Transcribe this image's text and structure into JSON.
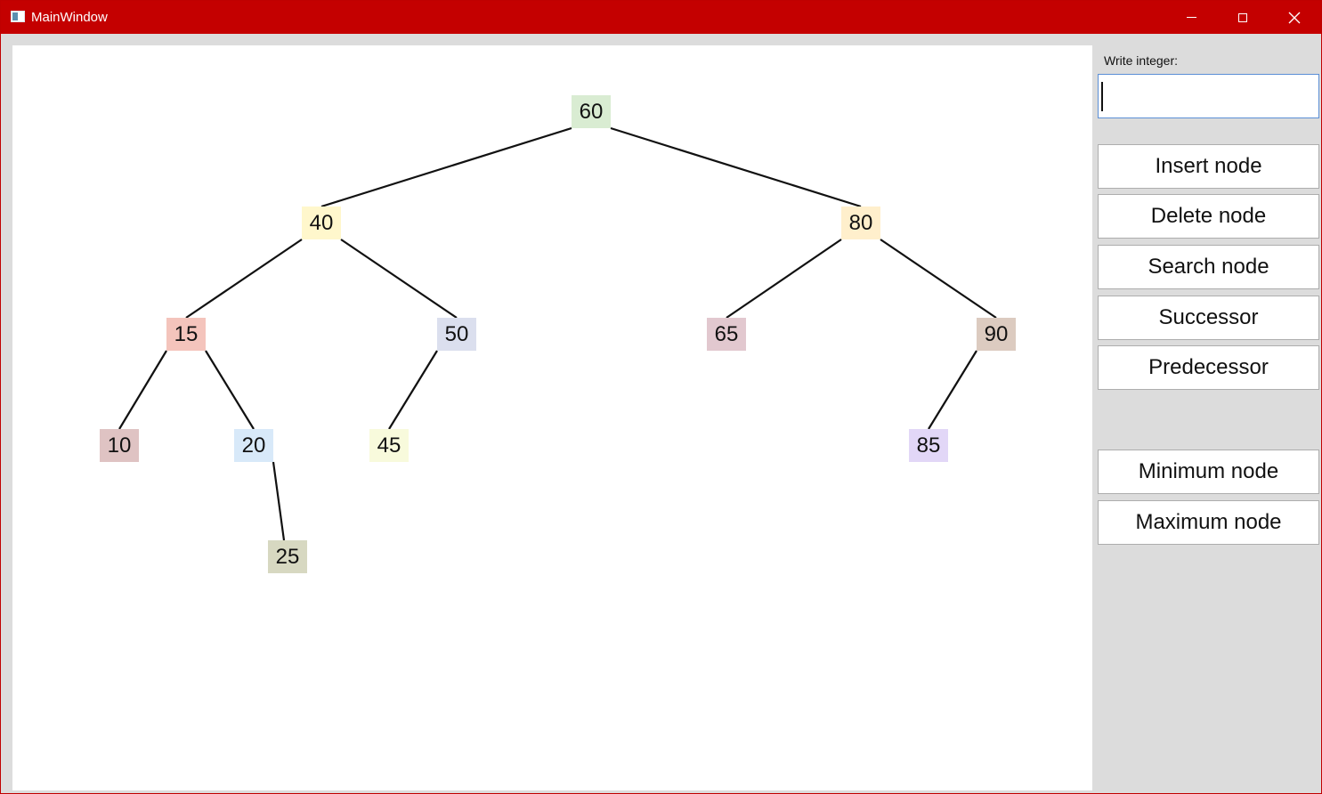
{
  "window": {
    "title": "MainWindow",
    "accent": "#c40000"
  },
  "titlebar_buttons": {
    "minimize": "minimize-icon",
    "maximize": "maximize-icon",
    "close": "close-icon"
  },
  "tree": {
    "nodes": [
      {
        "id": "60",
        "label": "60",
        "color": "#d9ecd2"
      },
      {
        "id": "40",
        "label": "40",
        "color": "#fff7cc"
      },
      {
        "id": "80",
        "label": "80",
        "color": "#ffefcc"
      },
      {
        "id": "15",
        "label": "15",
        "color": "#f4c4bc"
      },
      {
        "id": "50",
        "label": "50",
        "color": "#dbdfee"
      },
      {
        "id": "65",
        "label": "65",
        "color": "#e2c8cf"
      },
      {
        "id": "90",
        "label": "90",
        "color": "#dccbc0"
      },
      {
        "id": "10",
        "label": "10",
        "color": "#dfc3c3"
      },
      {
        "id": "20",
        "label": "20",
        "color": "#d8e9f9"
      },
      {
        "id": "45",
        "label": "45",
        "color": "#f8fadc"
      },
      {
        "id": "85",
        "label": "85",
        "color": "#e2d7f7"
      },
      {
        "id": "25",
        "label": "25",
        "color": "#d7d8c1"
      }
    ],
    "edges": [
      [
        "60",
        "40"
      ],
      [
        "60",
        "80"
      ],
      [
        "40",
        "15"
      ],
      [
        "40",
        "50"
      ],
      [
        "80",
        "65"
      ],
      [
        "80",
        "90"
      ],
      [
        "15",
        "10"
      ],
      [
        "15",
        "20"
      ],
      [
        "50",
        "45"
      ],
      [
        "90",
        "85"
      ],
      [
        "20",
        "25"
      ]
    ]
  },
  "panel": {
    "input_label": "Write integer:",
    "input_value": "",
    "buttons": {
      "insert": "Insert node",
      "delete": "Delete node",
      "search": "Search node",
      "successor": "Successor",
      "predecessor": "Predecessor",
      "minimum": "Minimum node",
      "maximum": "Maximum node"
    }
  }
}
